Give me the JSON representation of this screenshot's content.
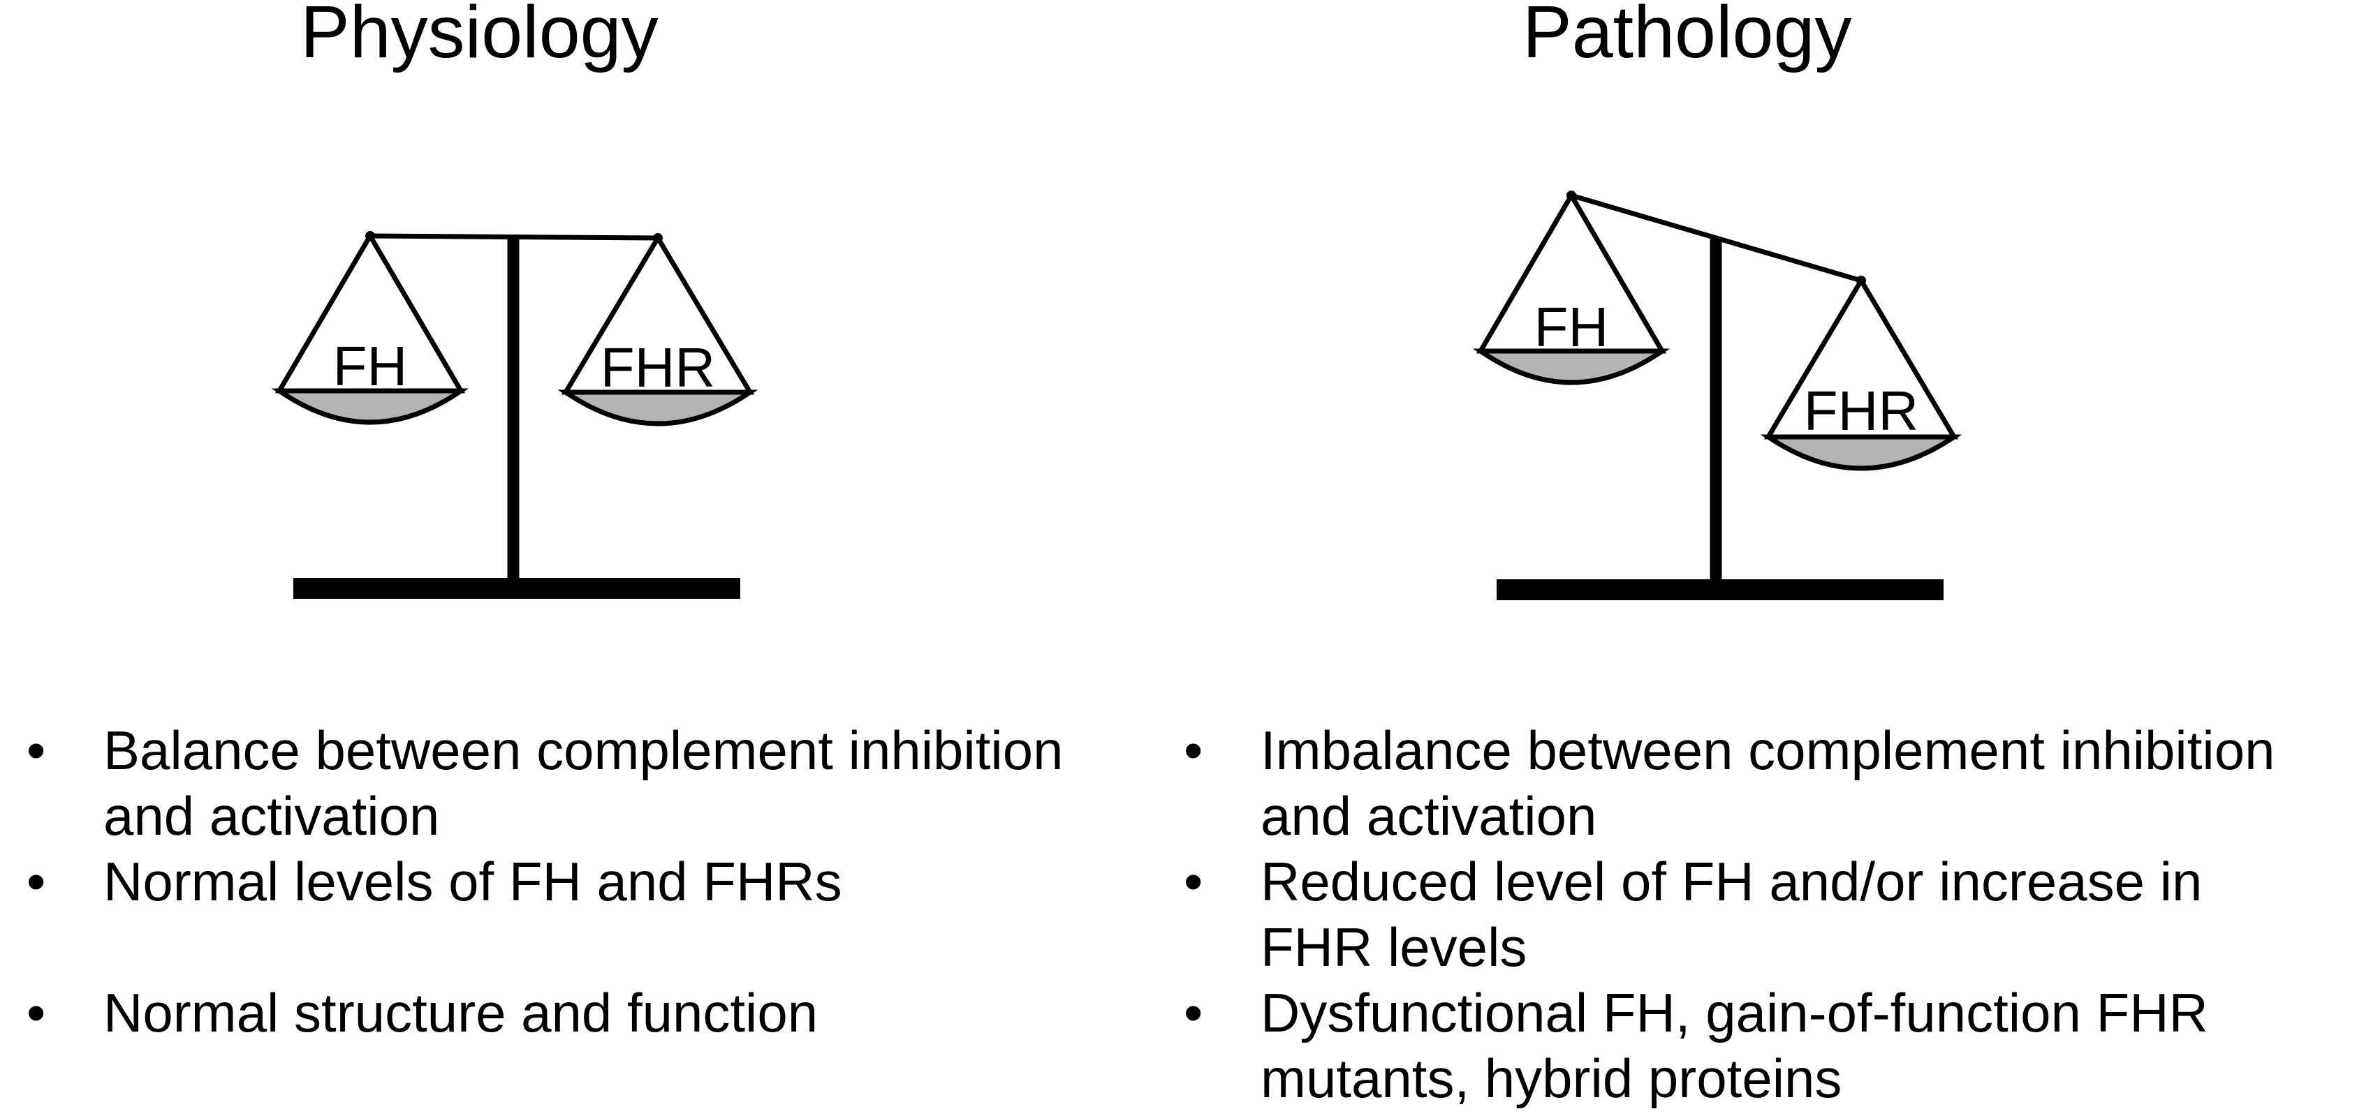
{
  "panels": {
    "physiology": {
      "title": "Physiology",
      "pan_left_label": "FH",
      "pan_right_label": "FHR",
      "bullets": [
        "Balance between complement inhibition and activation",
        "Normal levels of FH and FHRs",
        "Normal structure and function"
      ]
    },
    "pathology": {
      "title": "Pathology",
      "pan_left_label": "FH",
      "pan_right_label": "FHR",
      "bullets": [
        "Imbalance between complement inhibition and activation",
        "Reduced level of FH and/or increase in FHR levels",
        "Dysfunctional FH, gain-of-function FHR mutants, hybrid proteins"
      ]
    }
  },
  "bullet_glyph": "•",
  "colors": {
    "ink": "#000000",
    "pan_fill": "#b3b3b3",
    "background": "#ffffff"
  }
}
